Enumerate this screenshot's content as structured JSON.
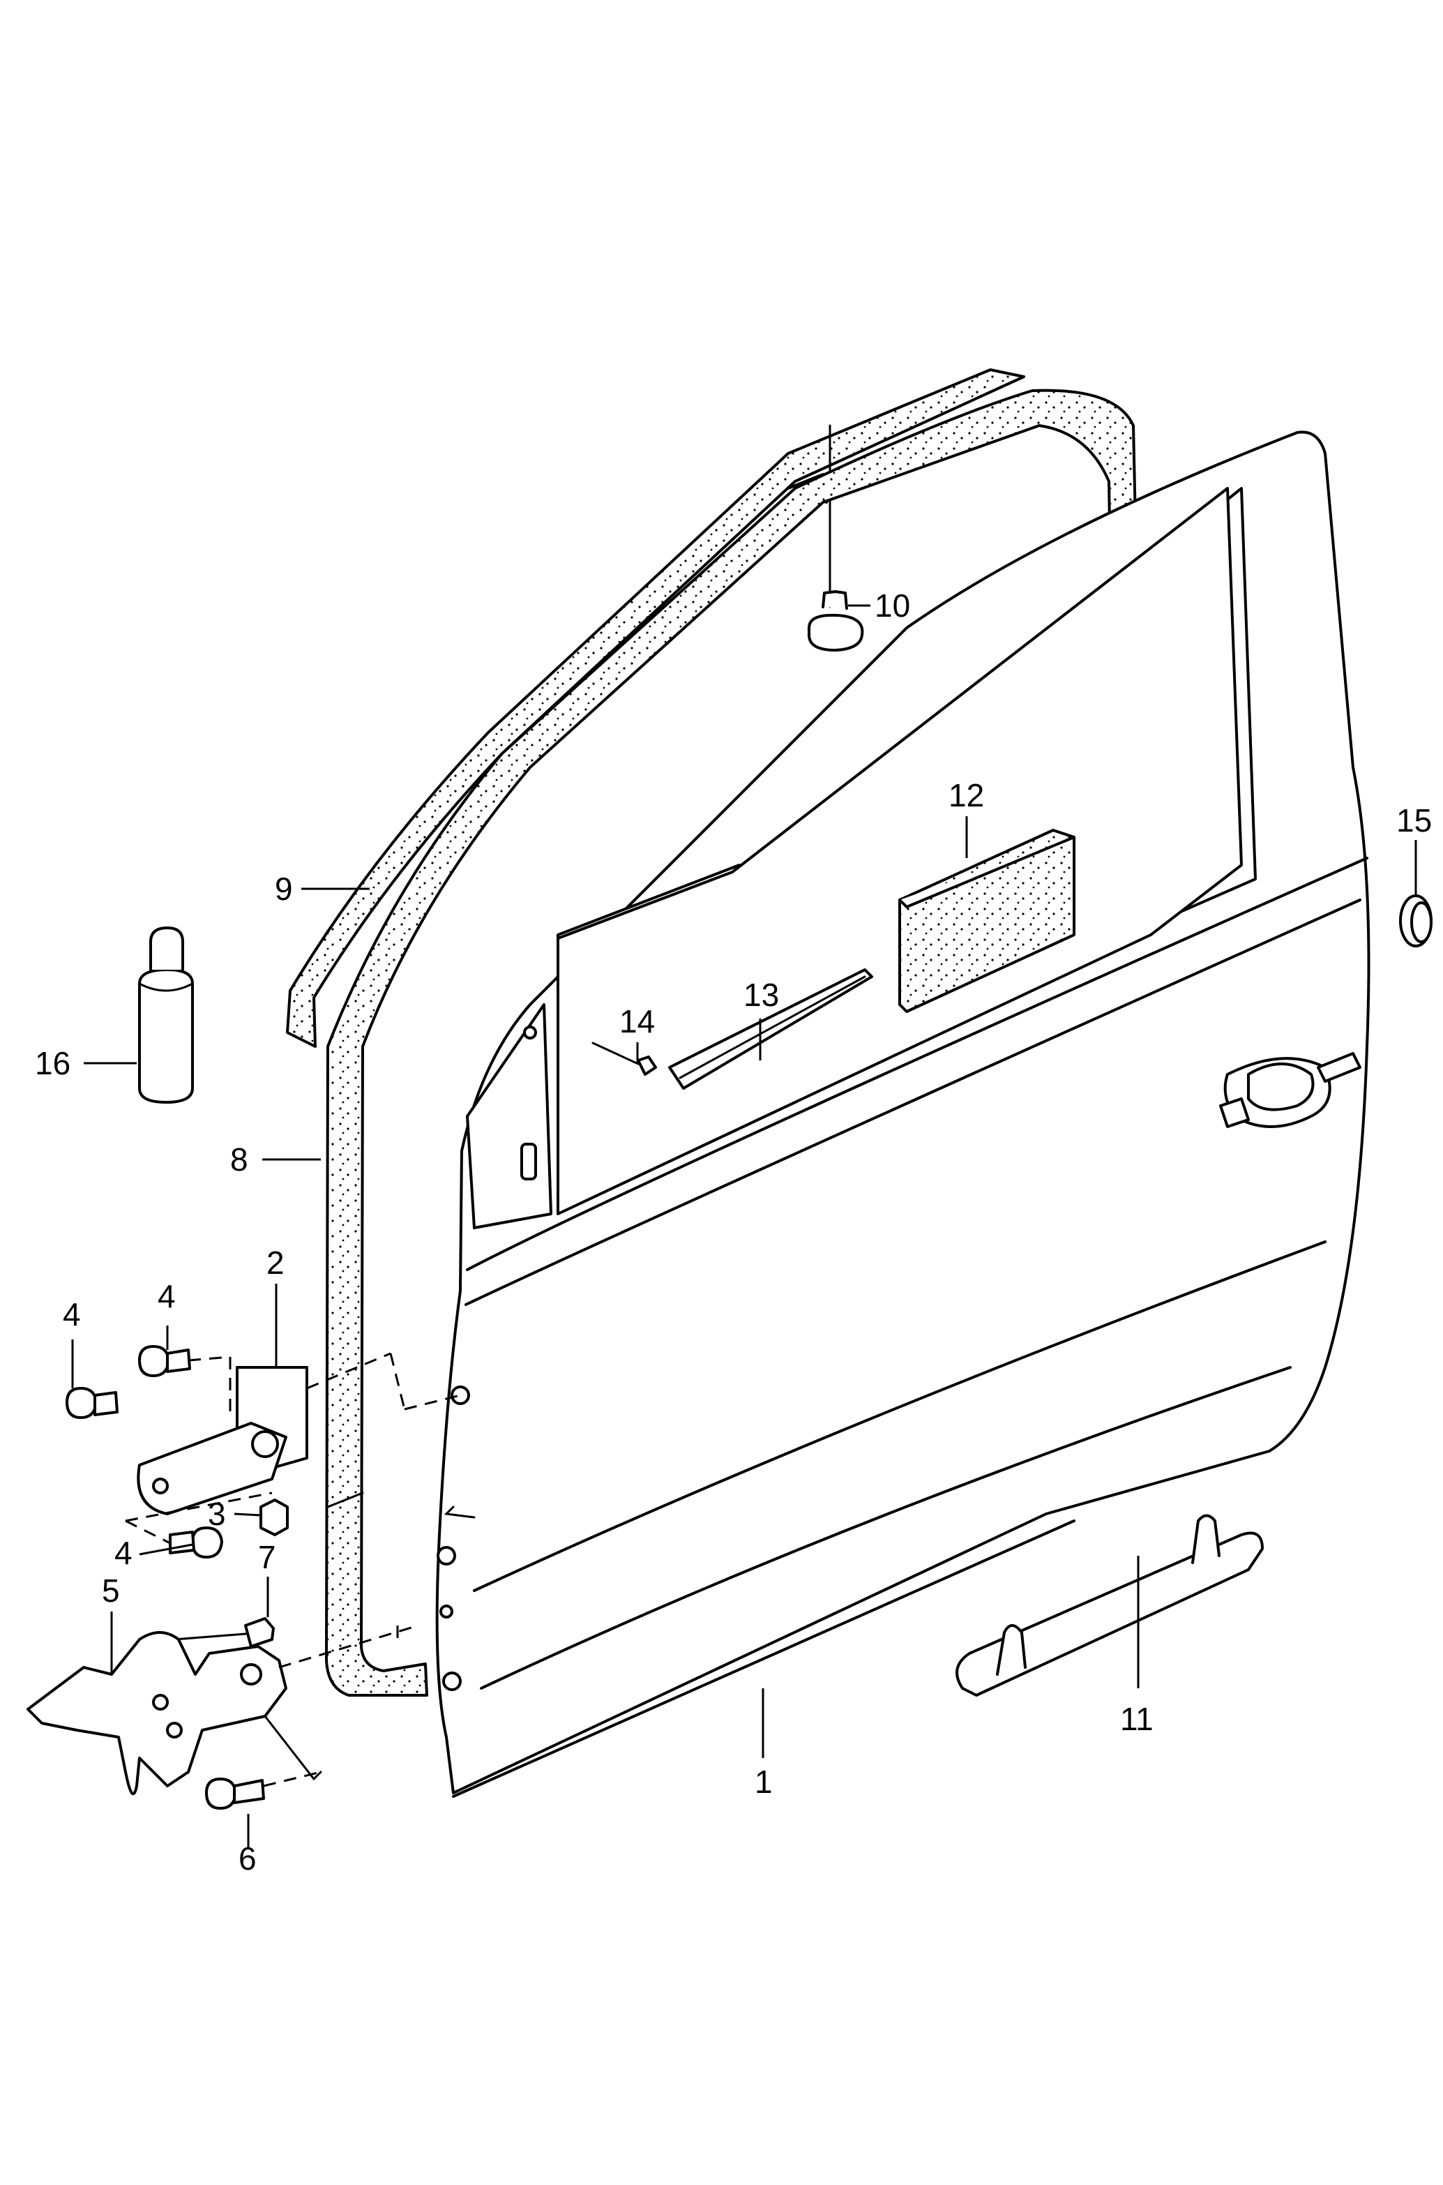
{
  "diagram": {
    "callouts": [
      {
        "id": "door-shell",
        "label": "1"
      },
      {
        "id": "upper-hinge",
        "label": "2"
      },
      {
        "id": "nut",
        "label": "3"
      },
      {
        "id": "bolt-a",
        "label": "4"
      },
      {
        "id": "bolt-b",
        "label": "4"
      },
      {
        "id": "bolt-c",
        "label": "4"
      },
      {
        "id": "lower-hinge",
        "label": "5"
      },
      {
        "id": "bolt-lower",
        "label": "6"
      },
      {
        "id": "bolt-small",
        "label": "7"
      },
      {
        "id": "door-seal",
        "label": "8"
      },
      {
        "id": "outer-seal",
        "label": "9"
      },
      {
        "id": "clip",
        "label": "10"
      },
      {
        "id": "stop-buffer",
        "label": "11"
      },
      {
        "id": "foam-pad",
        "label": "12"
      },
      {
        "id": "rail",
        "label": "13"
      },
      {
        "id": "cable-tie",
        "label": "14"
      },
      {
        "id": "grommet",
        "label": "15"
      },
      {
        "id": "adhesive-bottle",
        "label": "16"
      }
    ]
  }
}
